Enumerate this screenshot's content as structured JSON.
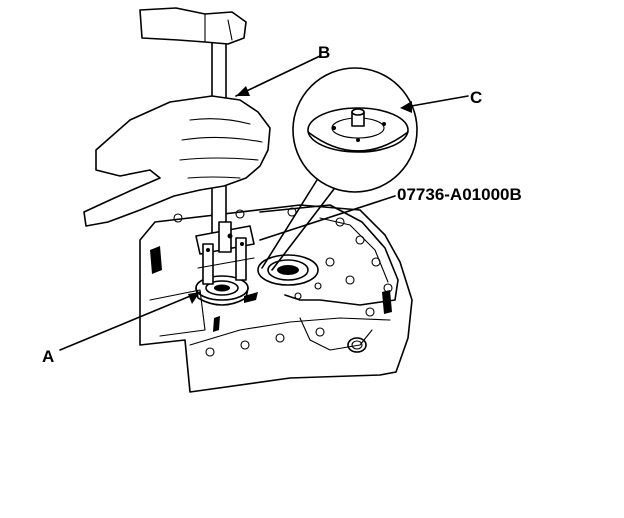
{
  "figure": {
    "callouts": {
      "a": "A",
      "b": "B",
      "c": "C",
      "tool_number": "07736-A01000B"
    },
    "colors": {
      "ink": "#000000",
      "paper": "#ffffff"
    }
  }
}
